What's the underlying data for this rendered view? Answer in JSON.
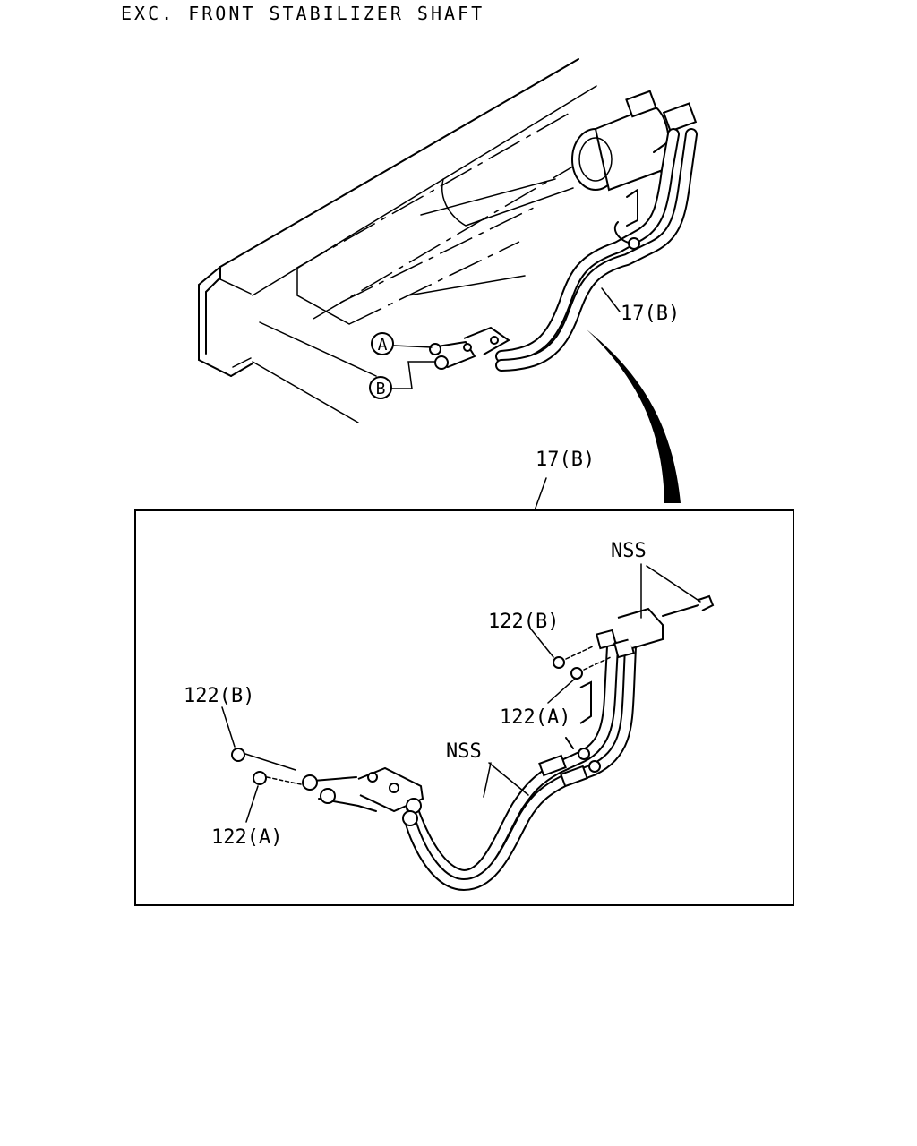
{
  "header": {
    "title": "EXC. FRONT STABILIZER SHAFT"
  },
  "labels": {
    "hose_top": "17(B)",
    "hose_detail": "17(B)",
    "connector_a": "A",
    "connector_b": "B",
    "nss_bracket": "NSS",
    "nss_hose": "NSS",
    "seal_b_upper": "122(B)",
    "seal_a_upper": "122(A)",
    "seal_b_left": "122(B)",
    "seal_a_left": "122(A)"
  }
}
